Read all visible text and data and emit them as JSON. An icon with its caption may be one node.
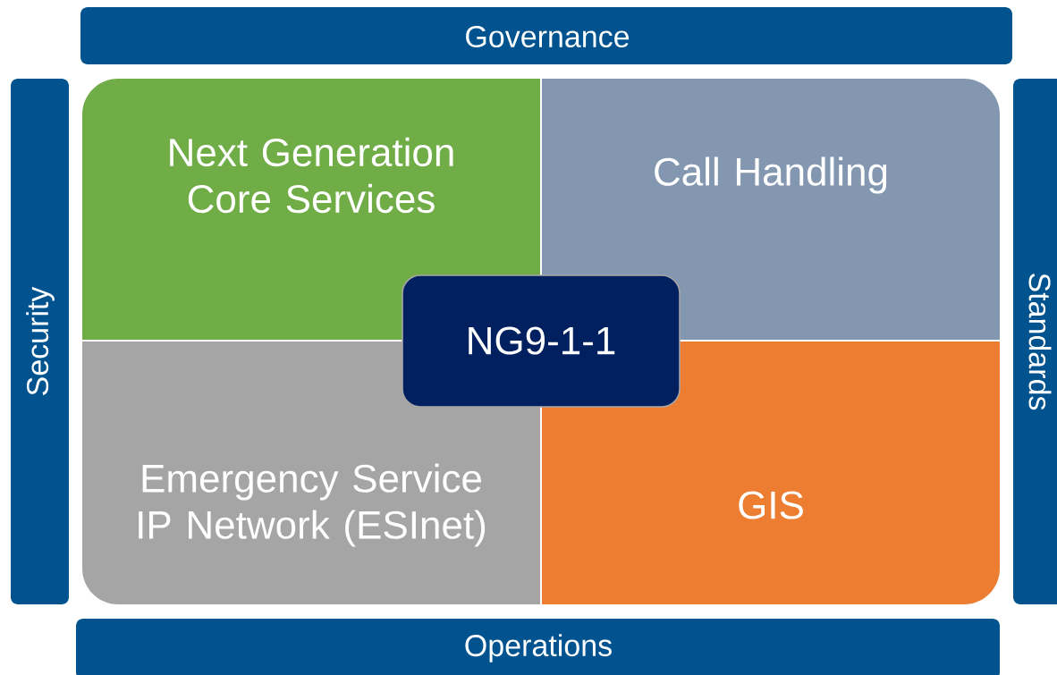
{
  "diagram": {
    "nodes": [
      {
        "text": [
          "Governance"
        ]
      },
      {
        "text": [
          "Security"
        ]
      },
      {
        "text": [
          "Next Generation Core Services"
        ]
      },
      {
        "text": [
          "Call Handling"
        ]
      },
      {
        "text": [
          "NG9-1-1"
        ]
      },
      {
        "text": [
          "Emergency Service IP Network (ESInet)"
        ]
      },
      {
        "text": [
          "GIS"
        ]
      },
      {
        "text": [
          "Standards"
        ]
      },
      {
        "text": [
          "Operations"
        ]
      }
    ]
  }
}
